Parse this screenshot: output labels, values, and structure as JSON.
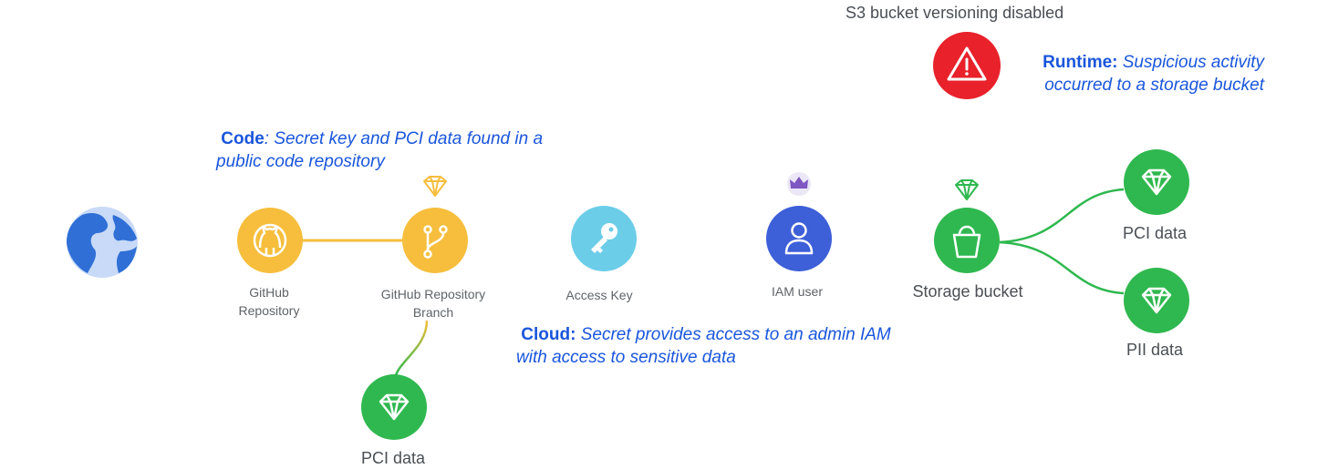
{
  "nodes": {
    "internet": {
      "color": "#2f6fd6"
    },
    "github_repo": {
      "label": "GitHub\nRepository",
      "color": "#f6be3c"
    },
    "repo_branch": {
      "label": "GitHub Repository\nBranch",
      "color": "#f6be3c"
    },
    "access_key": {
      "label": "Access Key",
      "color": "#6ccde8"
    },
    "iam_user": {
      "label": "IAM user",
      "color": "#3d5fd8"
    },
    "storage_bucket": {
      "label": "Storage bucket",
      "color": "#2fb84f"
    },
    "alert": {
      "color": "#e8212b"
    },
    "pci_data_branch": {
      "label": "PCI data",
      "color": "#2fb84f"
    },
    "pci_data_bucket": {
      "label": "PCI data",
      "color": "#2fb84f"
    },
    "pii_data_bucket": {
      "label": "PII data",
      "color": "#2fb84f"
    }
  },
  "badges": {
    "branch_gem": {
      "color": "#f6be3c"
    },
    "iam_crown": {
      "color": "#7e57c2"
    },
    "bucket_gem": {
      "color": "#2fb84f"
    }
  },
  "callouts": {
    "code": {
      "heading": "Code",
      "text_line1": ": Secret key and PCI data found in a",
      "text_line2": "public code repository"
    },
    "cloud": {
      "heading": "Cloud:",
      "text_line1": " Secret provides access to an admin IAM",
      "text_line2": "with access to sensitive data"
    },
    "runtime": {
      "heading": "Runtime:",
      "text_line1": " Suspicious activity",
      "text_line2": "occurred to a storage bucket"
    }
  },
  "notes": {
    "s3_versioning": "S3 bucket versioning disabled"
  },
  "colors": {
    "callout_blue": "#1a56db",
    "label_gray": "#5f6368"
  }
}
